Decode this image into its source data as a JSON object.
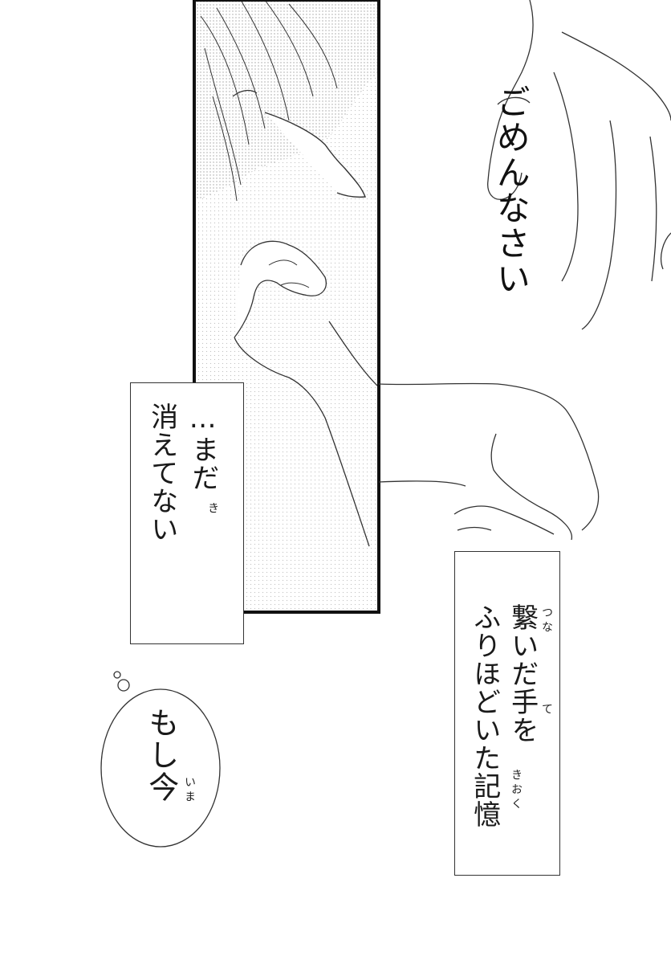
{
  "page": {
    "background_color": "#ffffff",
    "ink_color": "#1a1a1a"
  },
  "captions": {
    "free_text": "ごめんなさい",
    "left_box": {
      "lines": [
        "…まだ",
        "消えてない"
      ],
      "furigana": "き"
    },
    "right_box": {
      "lines": [
        "繋いだ手を",
        "ふりほどいた記憶"
      ],
      "furigana_tsuna": "つな",
      "furigana_te": "て",
      "furigana_kioku": "きおく"
    },
    "thought_bubble": {
      "text": "もし今",
      "furigana": "いま"
    }
  },
  "icons": {
    "panel_art": "manga-panel-illustration",
    "hand_art": "hand-illustration",
    "thought_bubble": "thought-bubble-icon"
  }
}
